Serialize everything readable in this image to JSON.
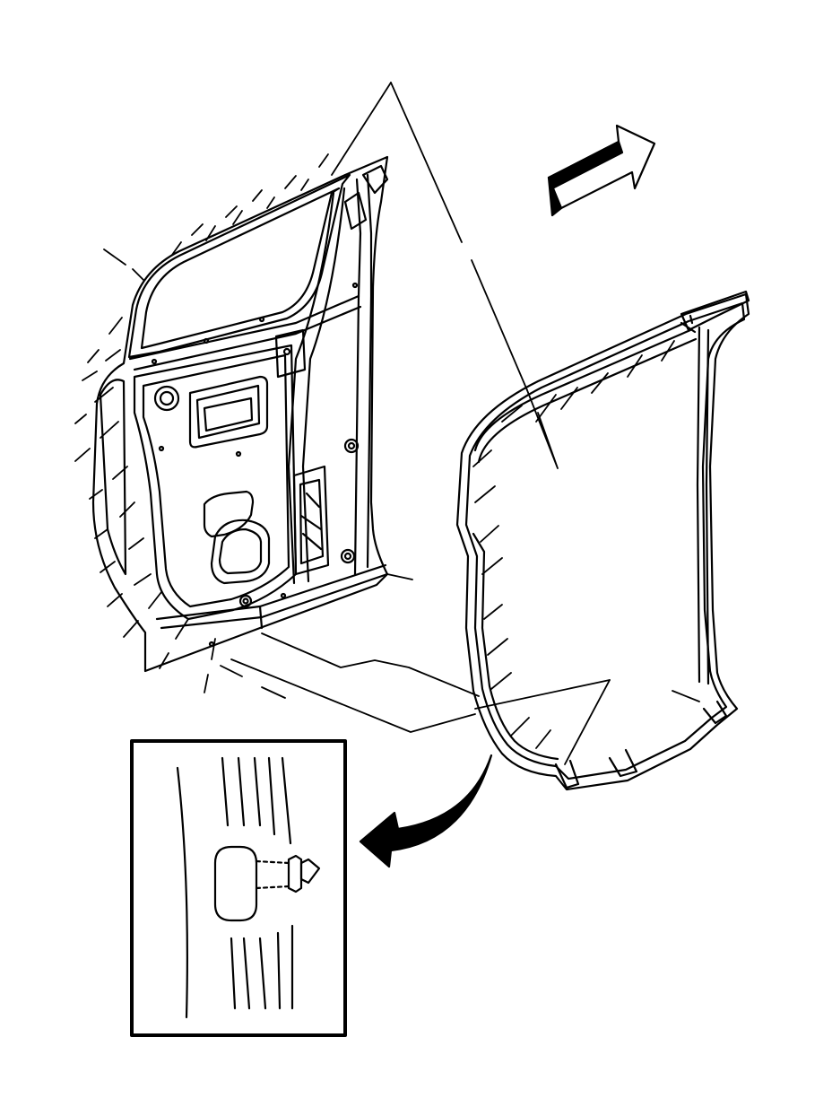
{
  "diagram": {
    "style": "black line-art service illustration",
    "components": [
      {
        "id": "door-frame",
        "icon": "door-frame-outline"
      },
      {
        "id": "weatherstrip",
        "icon": "door-weatherstrip-seal"
      },
      {
        "id": "detail-inset",
        "icon": "retainer-clip-detail"
      },
      {
        "id": "forward-arrow",
        "icon": "front-of-vehicle-arrow"
      },
      {
        "id": "detail-arrow",
        "icon": "curved-callout-arrow"
      }
    ],
    "colors": {
      "ink": "#000000",
      "paper": "#ffffff"
    }
  }
}
